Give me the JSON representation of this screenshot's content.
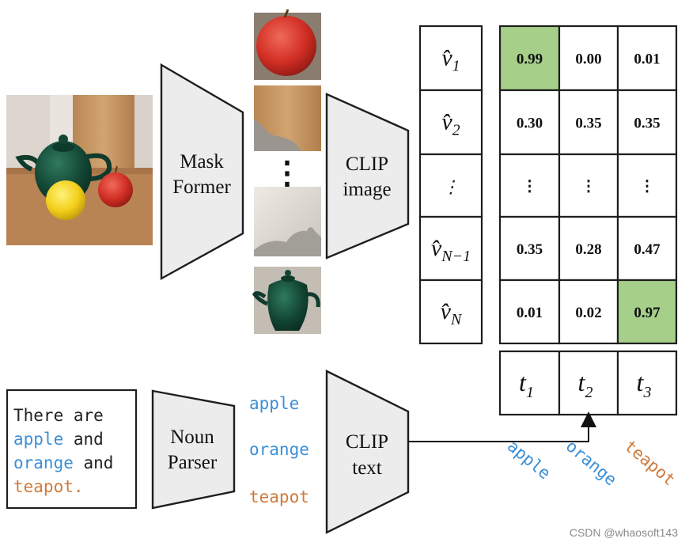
{
  "modules": {
    "maskformer": [
      "Mask",
      "Former"
    ],
    "clip_image": [
      "CLIP",
      "image"
    ],
    "noun_parser": [
      "Noun",
      "Parser"
    ],
    "clip_text": [
      "CLIP",
      "text"
    ]
  },
  "mask_crops": [
    "apple-crop",
    "wood-crop",
    "wall-crop",
    "teapot-crop"
  ],
  "vertical_ellipsis": "⋮",
  "row_labels": [
    {
      "base": "v̂",
      "sub": "1"
    },
    {
      "base": "v̂",
      "sub": "2"
    },
    {
      "base": "⋮",
      "sub": ""
    },
    {
      "base": "v̂",
      "sub": "N−1"
    },
    {
      "base": "v̂",
      "sub": "N"
    }
  ],
  "similarity_matrix": [
    [
      "0.99",
      "0.00",
      "0.01"
    ],
    [
      "0.30",
      "0.35",
      "0.35"
    ],
    [
      "⋮",
      "⋮",
      "⋮"
    ],
    [
      "0.35",
      "0.28",
      "0.47"
    ],
    [
      "0.01",
      "0.02",
      "0.97"
    ]
  ],
  "highlighted_cells": [
    [
      0,
      0
    ],
    [
      4,
      2
    ]
  ],
  "column_labels": [
    {
      "base": "t",
      "sub": "1"
    },
    {
      "base": "t",
      "sub": "2"
    },
    {
      "base": "t",
      "sub": "3"
    }
  ],
  "sentence": {
    "lines": [
      [
        {
          "text": "There are",
          "color": "#222222"
        }
      ],
      [
        {
          "text": "apple",
          "color": "#3c8fd6"
        },
        {
          "text": " and",
          "color": "#222222"
        }
      ],
      [
        {
          "text": "orange",
          "color": "#3c8fd6"
        },
        {
          "text": " and",
          "color": "#222222"
        }
      ],
      [
        {
          "text": "teapot.",
          "color": "#d07a3c"
        }
      ]
    ]
  },
  "nouns": [
    {
      "text": "apple",
      "color": "#3c8fd6"
    },
    {
      "text": "orange",
      "color": "#3c8fd6"
    },
    {
      "text": "teapot",
      "color": "#d07a3c"
    }
  ],
  "rotated_nouns": [
    {
      "text": "apple",
      "color": "#3c8fd6"
    },
    {
      "text": "orange",
      "color": "#3c8fd6"
    },
    {
      "text": "teapot",
      "color": "#d07a3c"
    }
  ],
  "watermark": "CSDN @whaosoft143",
  "colors": {
    "highlight": "#a6d08a",
    "noun_blue": "#3c8fd6",
    "noun_orange": "#d07a3c"
  }
}
